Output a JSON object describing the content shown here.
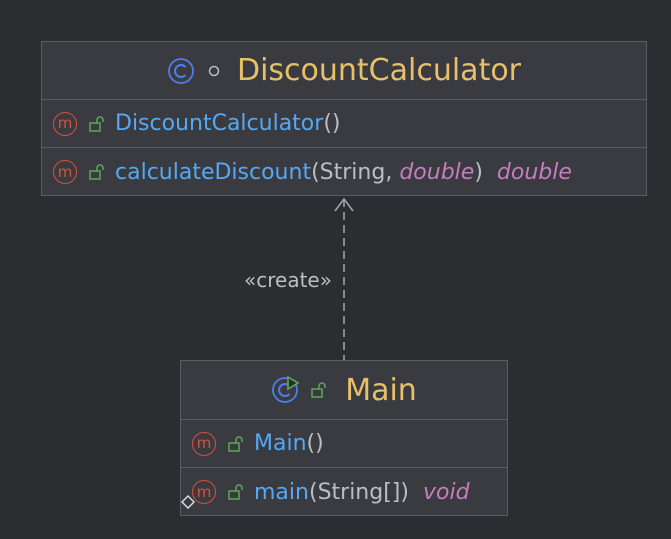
{
  "diagram": {
    "classes": [
      {
        "name": "DiscountCalculator",
        "members": [
          {
            "name": "DiscountCalculator",
            "parens": "()",
            "params": [],
            "return_type": ""
          },
          {
            "name": "calculateDiscount",
            "parens": "",
            "params": [
              "String",
              "double"
            ],
            "return_type": "double"
          }
        ]
      },
      {
        "name": "Main",
        "members": [
          {
            "name": "Main",
            "parens": "()",
            "params": [],
            "return_type": ""
          },
          {
            "name": "main",
            "parens": "",
            "params": [
              "String[]"
            ],
            "return_type": "void"
          }
        ]
      }
    ],
    "connection": {
      "from": "Main",
      "to": "DiscountCalculator",
      "label": "«create»"
    },
    "icons": {
      "class_icon": "class-icon",
      "method_icon": "method-icon",
      "public_icon": "unlocked-icon",
      "runnable_icon": "runnable-class-icon"
    },
    "colors": {
      "background": "#2b2d30",
      "box": "#393b40",
      "border": "#5a5d63",
      "class_name": "#e8bf6a",
      "method_name": "#56a8f5",
      "italic_type": "#c77dbb",
      "method_icon": "#d8503d",
      "class_icon": "#4f7fea",
      "public_icon": "#5fa85b"
    }
  }
}
